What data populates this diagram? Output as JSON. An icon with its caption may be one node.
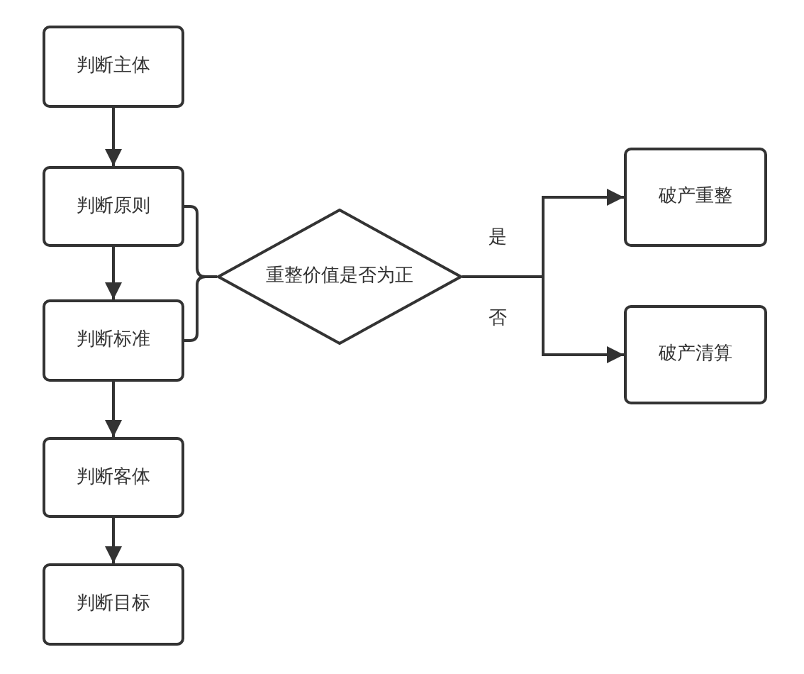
{
  "diagram": {
    "nodes": [
      {
        "text": [
          "判断主体"
        ]
      },
      {
        "text": [
          "判断原则"
        ]
      },
      {
        "text": [
          "判断标准"
        ]
      },
      {
        "text": [
          "判断客体"
        ]
      },
      {
        "text": [
          "判断目标"
        ]
      },
      {
        "text": [
          "重整价值是否为正"
        ]
      },
      {
        "text": [
          "破产重整"
        ]
      },
      {
        "text": [
          "破产清算"
        ]
      }
    ],
    "edges": [
      {
        "from": 0,
        "to": 1,
        "arrow": "to"
      },
      {
        "from": 1,
        "to": 2,
        "arrow": "to"
      },
      {
        "from": 2,
        "to": 3,
        "arrow": "to"
      },
      {
        "from": 3,
        "to": 4,
        "arrow": "to"
      },
      {
        "from": 1,
        "to": 5,
        "arrow": "none"
      },
      {
        "from": 2,
        "to": 5,
        "arrow": "none"
      },
      {
        "from": 5,
        "to": 6,
        "arrow": "to",
        "label": "是"
      },
      {
        "from": 5,
        "to": 7,
        "arrow": "to",
        "label": "否"
      }
    ]
  }
}
